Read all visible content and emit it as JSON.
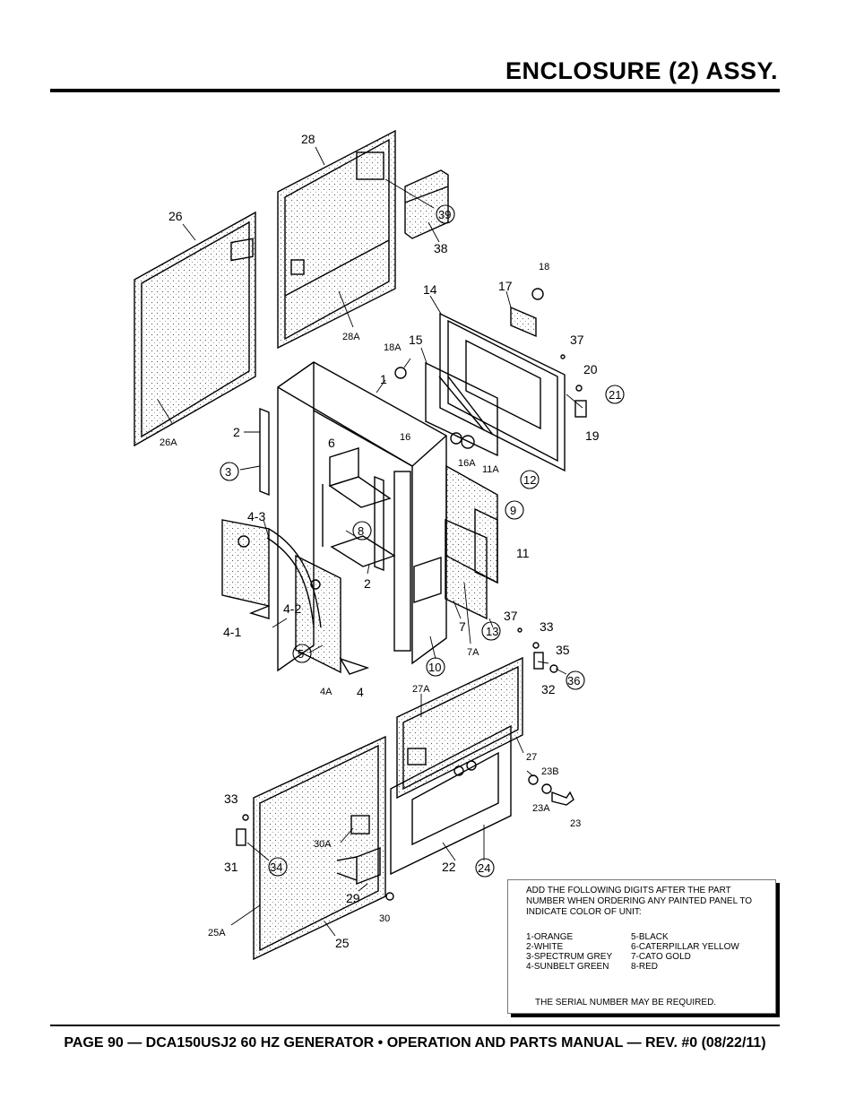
{
  "header": {
    "title": "ENCLOSURE (2) ASSY."
  },
  "footer": {
    "text": "PAGE 90 — DCA150USJ2 60 HZ GENERATOR • OPERATION AND PARTS MANUAL — REV. #0 (08/22/11)"
  },
  "callouts": {
    "c28": "28",
    "c26": "26",
    "c39": "39",
    "c38": "38",
    "c18": "18",
    "c17": "17",
    "c14": "14",
    "c18a": "18A",
    "c15": "15",
    "c37a": "37",
    "c20": "20",
    "c21": "21",
    "c19": "19",
    "c28a": "28A",
    "c1": "1",
    "c26a": "26A",
    "c2a": "2",
    "c3": "3",
    "c6": "6",
    "c16": "16",
    "c16a": "16A",
    "c11a": "11A",
    "c12": "12",
    "c9": "9",
    "c11": "11",
    "c4_3": "4-3",
    "c8": "8",
    "c2b": "2",
    "c4_1": "4-1",
    "c4_2": "4-2",
    "c7": "7",
    "c13": "13",
    "c7a": "7A",
    "c5": "5",
    "c10": "10",
    "c37b": "37",
    "c33a": "33",
    "c35": "35",
    "c32": "32",
    "c36": "36",
    "c4a": "4A",
    "c4": "4",
    "c27a": "27A",
    "c27": "27",
    "c23b": "23B",
    "c23a": "23A",
    "c23": "23",
    "c33b": "33",
    "c30a": "30A",
    "c31": "31",
    "c34": "34",
    "c22": "22",
    "c24": "24",
    "c29": "29",
    "c30": "30",
    "c25a": "25A",
    "c25": "25"
  },
  "color_note": {
    "intro": "ADD THE FOLLOWING DIGITS AFTER THE PART NUMBER WHEN ORDERING ANY PAINTED PANEL TO INDICATE COLOR OF UNIT:",
    "codes_left": [
      "1-ORANGE",
      "2-WHITE",
      "3-SPECTRUM GREY",
      "4-SUNBELT GREEN"
    ],
    "codes_right": [
      "5-BLACK",
      "6-CATERPILLAR YELLOW",
      "7-CATO GOLD",
      "8-RED"
    ],
    "serial": "THE SERIAL NUMBER MAY BE REQUIRED."
  }
}
